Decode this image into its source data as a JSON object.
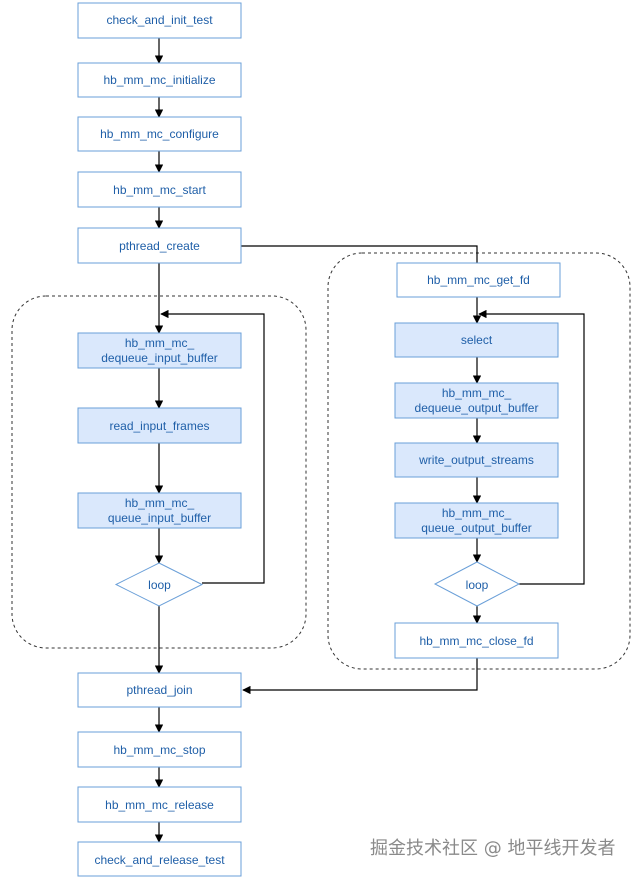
{
  "nodes": {
    "check_and_init_test": "check_and_init_test",
    "hb_mm_mc_initialize": "hb_mm_mc_initialize",
    "hb_mm_mc_configure": "hb_mm_mc_configure",
    "hb_mm_mc_start": "hb_mm_mc_start",
    "pthread_create": "pthread_create",
    "dequeue_input_buffer": [
      "hb_mm_mc_",
      "dequeue_input_buffer"
    ],
    "read_input_frames": "read_input_frames",
    "queue_input_buffer": [
      "hb_mm_mc_",
      "queue_input_buffer"
    ],
    "loop_input": "loop",
    "hb_mm_mc_get_fd": "hb_mm_mc_get_fd",
    "select": "select",
    "dequeue_output_buffer": [
      "hb_mm_mc_",
      "dequeue_output_buffer"
    ],
    "write_output_streams": "write_output_streams",
    "queue_output_buffer": [
      "hb_mm_mc_",
      "queue_output_buffer"
    ],
    "loop_output": "loop",
    "hb_mm_mc_close_fd": "hb_mm_mc_close_fd",
    "pthread_join": "pthread_join",
    "hb_mm_mc_stop": "hb_mm_mc_stop",
    "hb_mm_mc_release": "hb_mm_mc_release",
    "check_and_release_test": "check_and_release_test"
  },
  "watermark": "掘金技术社区 @ 地平线开发者",
  "colors": {
    "stroke": "#6a9fd8",
    "fill_plain": "#ffffff",
    "fill_highlight": "#dae8fc",
    "text": "#1f5fa8",
    "edge": "#000000"
  }
}
